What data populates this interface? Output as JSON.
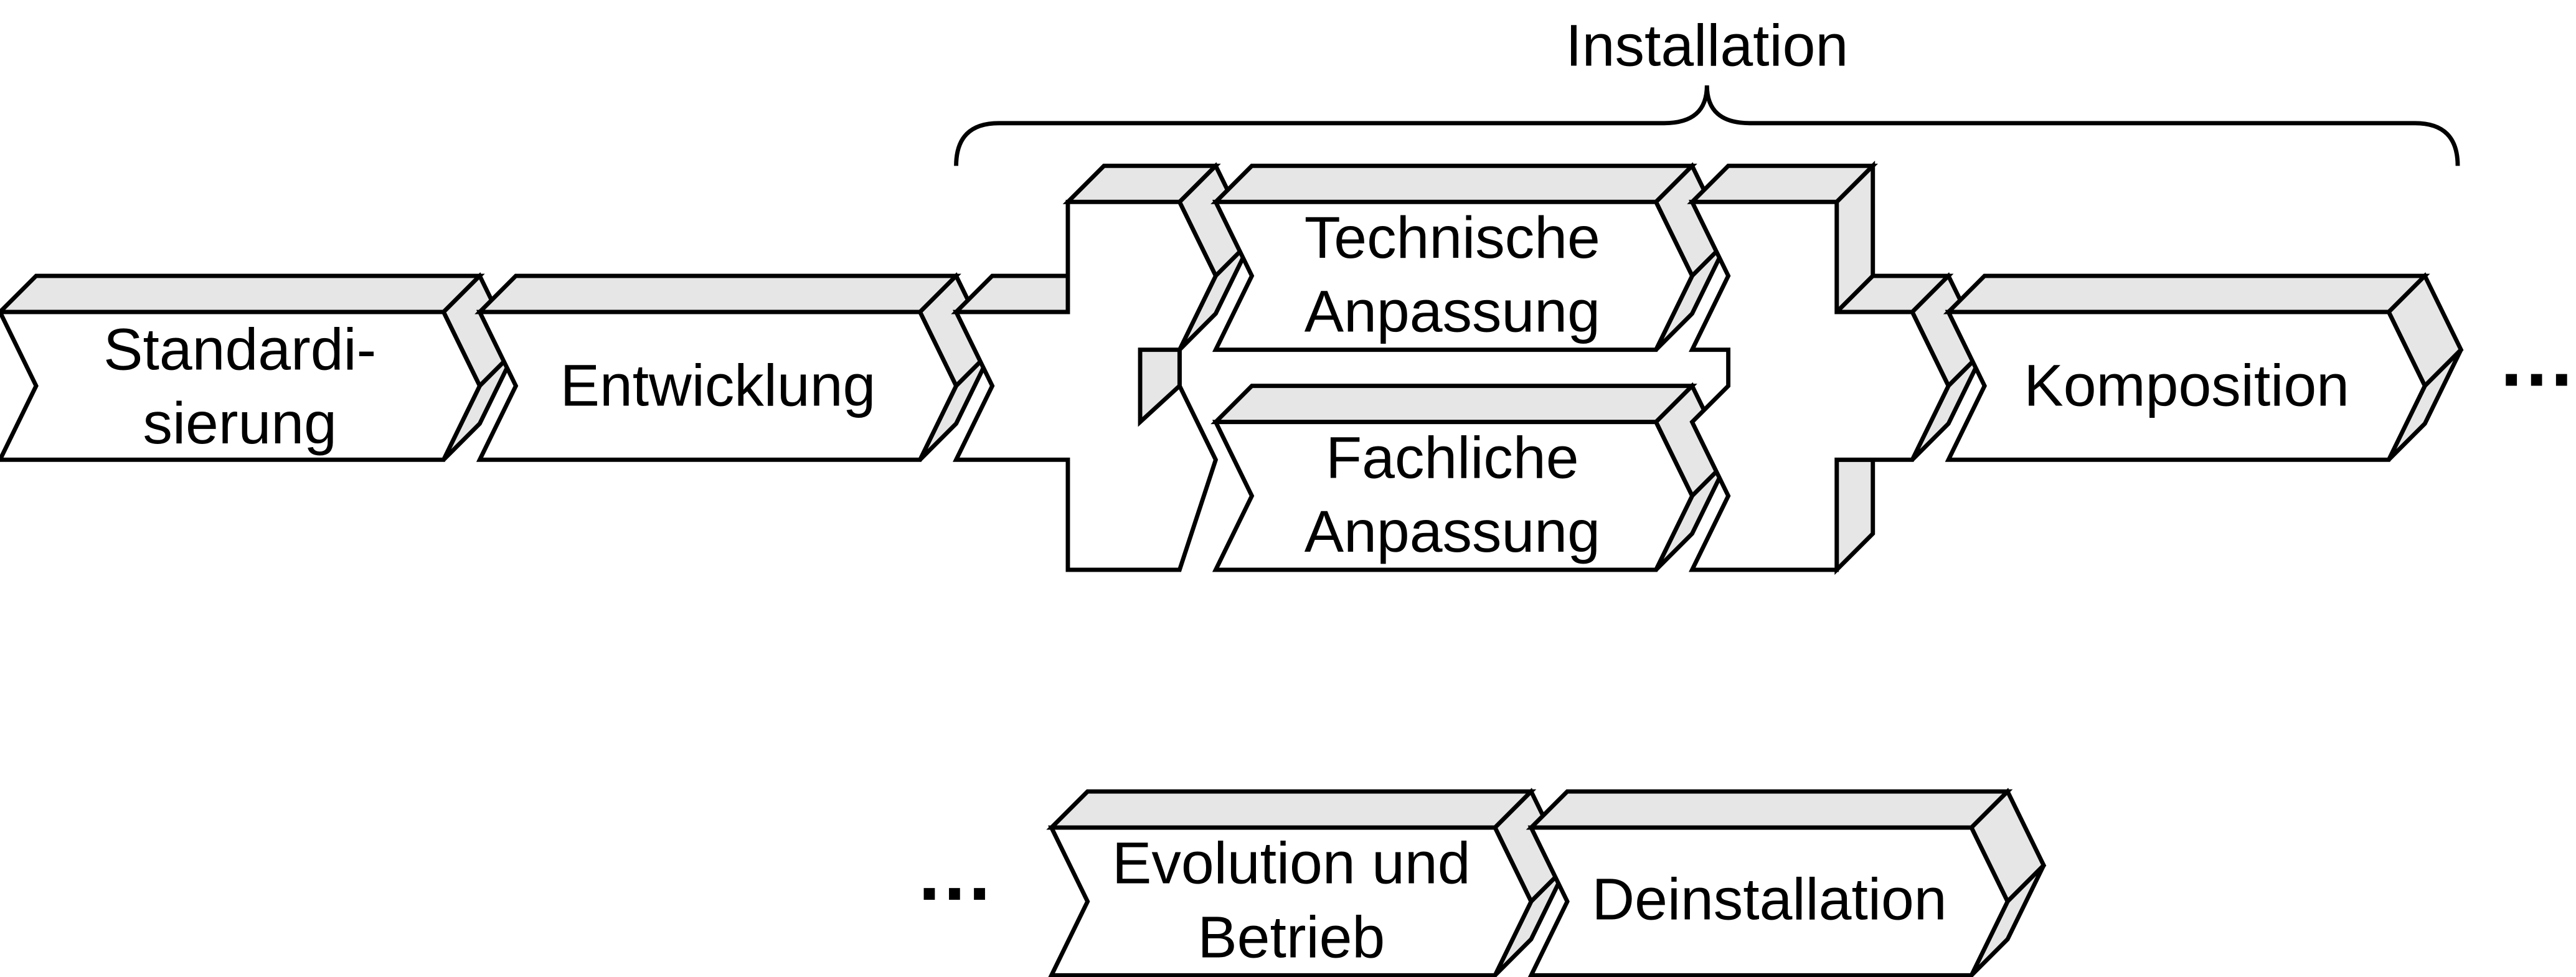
{
  "diagram": {
    "group_label": "Installation",
    "steps": {
      "standardisierung": {
        "line1": "Standardi-",
        "line2": "sierung"
      },
      "entwicklung": {
        "line1": "Entwicklung"
      },
      "technische_anpassung": {
        "line1": "Technische",
        "line2": "Anpassung"
      },
      "fachliche_anpassung": {
        "line1": "Fachliche",
        "line2": "Anpassung"
      },
      "komposition": {
        "line1": "Komposition"
      },
      "evolution_und_betrieb": {
        "line1": "Evolution und",
        "line2": "Betrieb"
      },
      "deinstallation": {
        "line1": "Deinstallation"
      }
    },
    "ellipsis_after_row1": "…",
    "ellipsis_before_row2": "…"
  }
}
